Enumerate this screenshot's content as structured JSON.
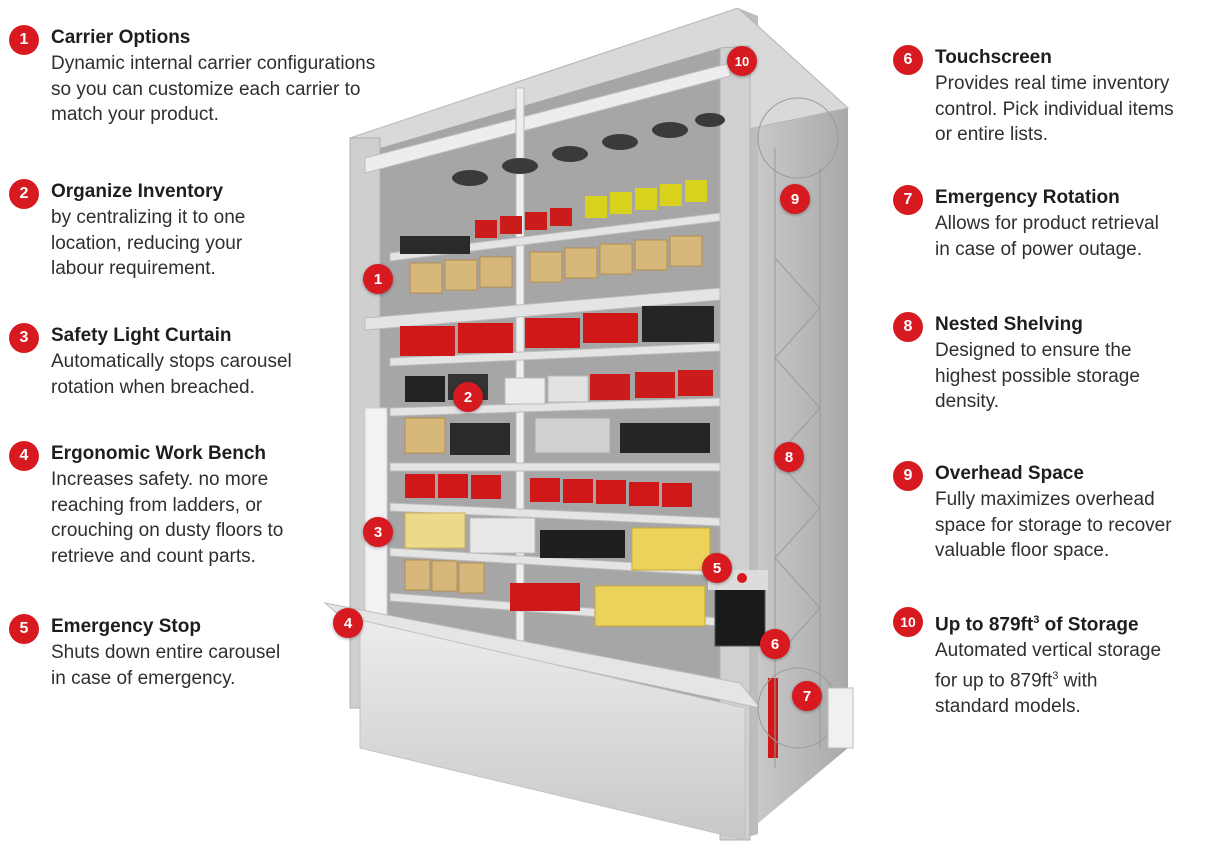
{
  "features": [
    {
      "num": "1",
      "title": "Carrier Options",
      "desc": "Dynamic internal carrier configurations\nso you can customize each carrier to\nmatch your product."
    },
    {
      "num": "2",
      "title": "Organize Inventory",
      "desc": "by centralizing it to one\nlocation, reducing your\nlabour requirement."
    },
    {
      "num": "3",
      "title": "Safety Light Curtain",
      "desc": "Automatically stops carousel\nrotation when breached."
    },
    {
      "num": "4",
      "title": "Ergonomic Work Bench",
      "desc": "Increases safety. no more\nreaching from ladders, or\ncrouching on dusty floors to\nretrieve and count parts."
    },
    {
      "num": "5",
      "title": "Emergency Stop",
      "desc": "Shuts down entire carousel\nin case of emergency."
    },
    {
      "num": "6",
      "title": "Touchscreen",
      "desc": "Provides real time inventory\ncontrol. Pick individual items\nor entire lists."
    },
    {
      "num": "7",
      "title": "Emergency Rotation",
      "desc": "Allows for product retrieval\nin case of power outage."
    },
    {
      "num": "8",
      "title": "Nested Shelving",
      "desc": "Designed to ensure the\nhighest possible storage\ndensity."
    },
    {
      "num": "9",
      "title": "Overhead Space",
      "desc": "Fully maximizes overhead\nspace for storage to recover\nvaluable floor space."
    },
    {
      "num": "10",
      "title_main": "Up to 879ft",
      "title_sup": "3",
      "title_tail": " of Storage",
      "desc_l1_main": "Automated vertical storage",
      "desc_l2_main": "for up to 879ft",
      "desc_l2_sup": "3",
      "desc_l2_tail": " with",
      "desc_l3": "standard models."
    }
  ],
  "colors": {
    "accent": "#d71920",
    "frame": "#c9c9c9",
    "bin_red": "#d01818",
    "bin_yellow": "#d8d21c",
    "box": "#d8b87a"
  }
}
